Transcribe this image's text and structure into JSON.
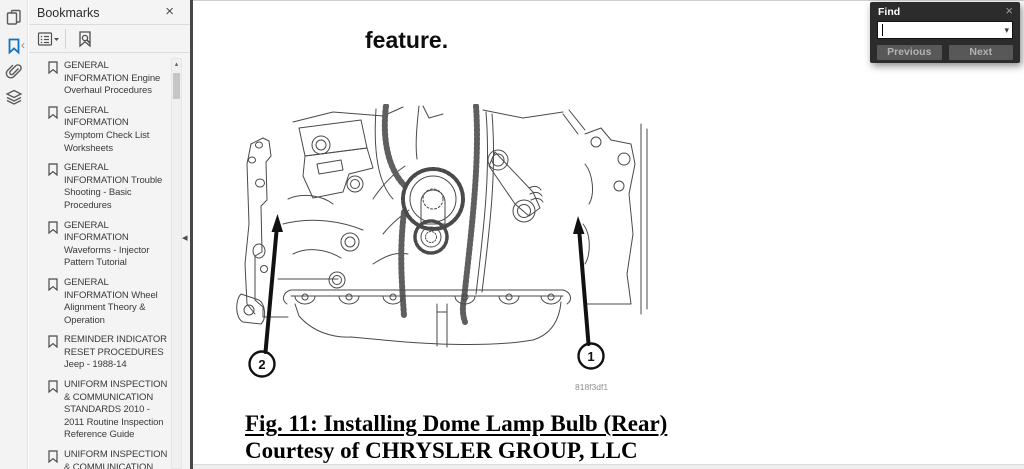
{
  "sidebar": {
    "title": "Bookmarks",
    "nav_icons": [
      "page-thumbnails",
      "bookmarks",
      "attachments",
      "layers"
    ],
    "bookmarks": [
      "GENERAL INFORMATION Engine Overhaul Procedures",
      "GENERAL INFORMATION Symptom Check List Worksheets",
      "GENERAL INFORMATION Trouble Shooting - Basic Procedures",
      "GENERAL INFORMATION Waveforms - Injector Pattern Tutorial",
      "GENERAL INFORMATION Wheel Alignment Theory & Operation",
      "REMINDER INDICATOR RESET PROCEDURES Jeep - 1988-14",
      "UNIFORM INSPECTION & COMMUNICATION STANDARDS 2010 - 2011 Routine Inspection Reference Guide",
      "UNIFORM INSPECTION & COMMUNICATION"
    ]
  },
  "icons": {
    "close": "×",
    "scroll_up": "▴",
    "dropdown": "▾",
    "collapse": "◂",
    "options_caret": "▾"
  },
  "content": {
    "intro_text": "feature.",
    "figure": {
      "callout_1": "1",
      "callout_2": "2",
      "code": "818f3df1"
    },
    "caption_line1": "Fig. 11: Installing Dome Lamp Bulb (Rear)",
    "caption_line2": "Courtesy of CHRYSLER GROUP, LLC"
  },
  "find_dialog": {
    "title": "Find",
    "input_value": "",
    "previous_label": "Previous",
    "next_label": "Next"
  },
  "colors": {
    "accent_blue": "#1273c4",
    "sidebar_bg": "#f4f4f4",
    "find_bg": "#2c2c2c",
    "find_button_bg": "#585858",
    "line_art": "#4a4a4a"
  }
}
